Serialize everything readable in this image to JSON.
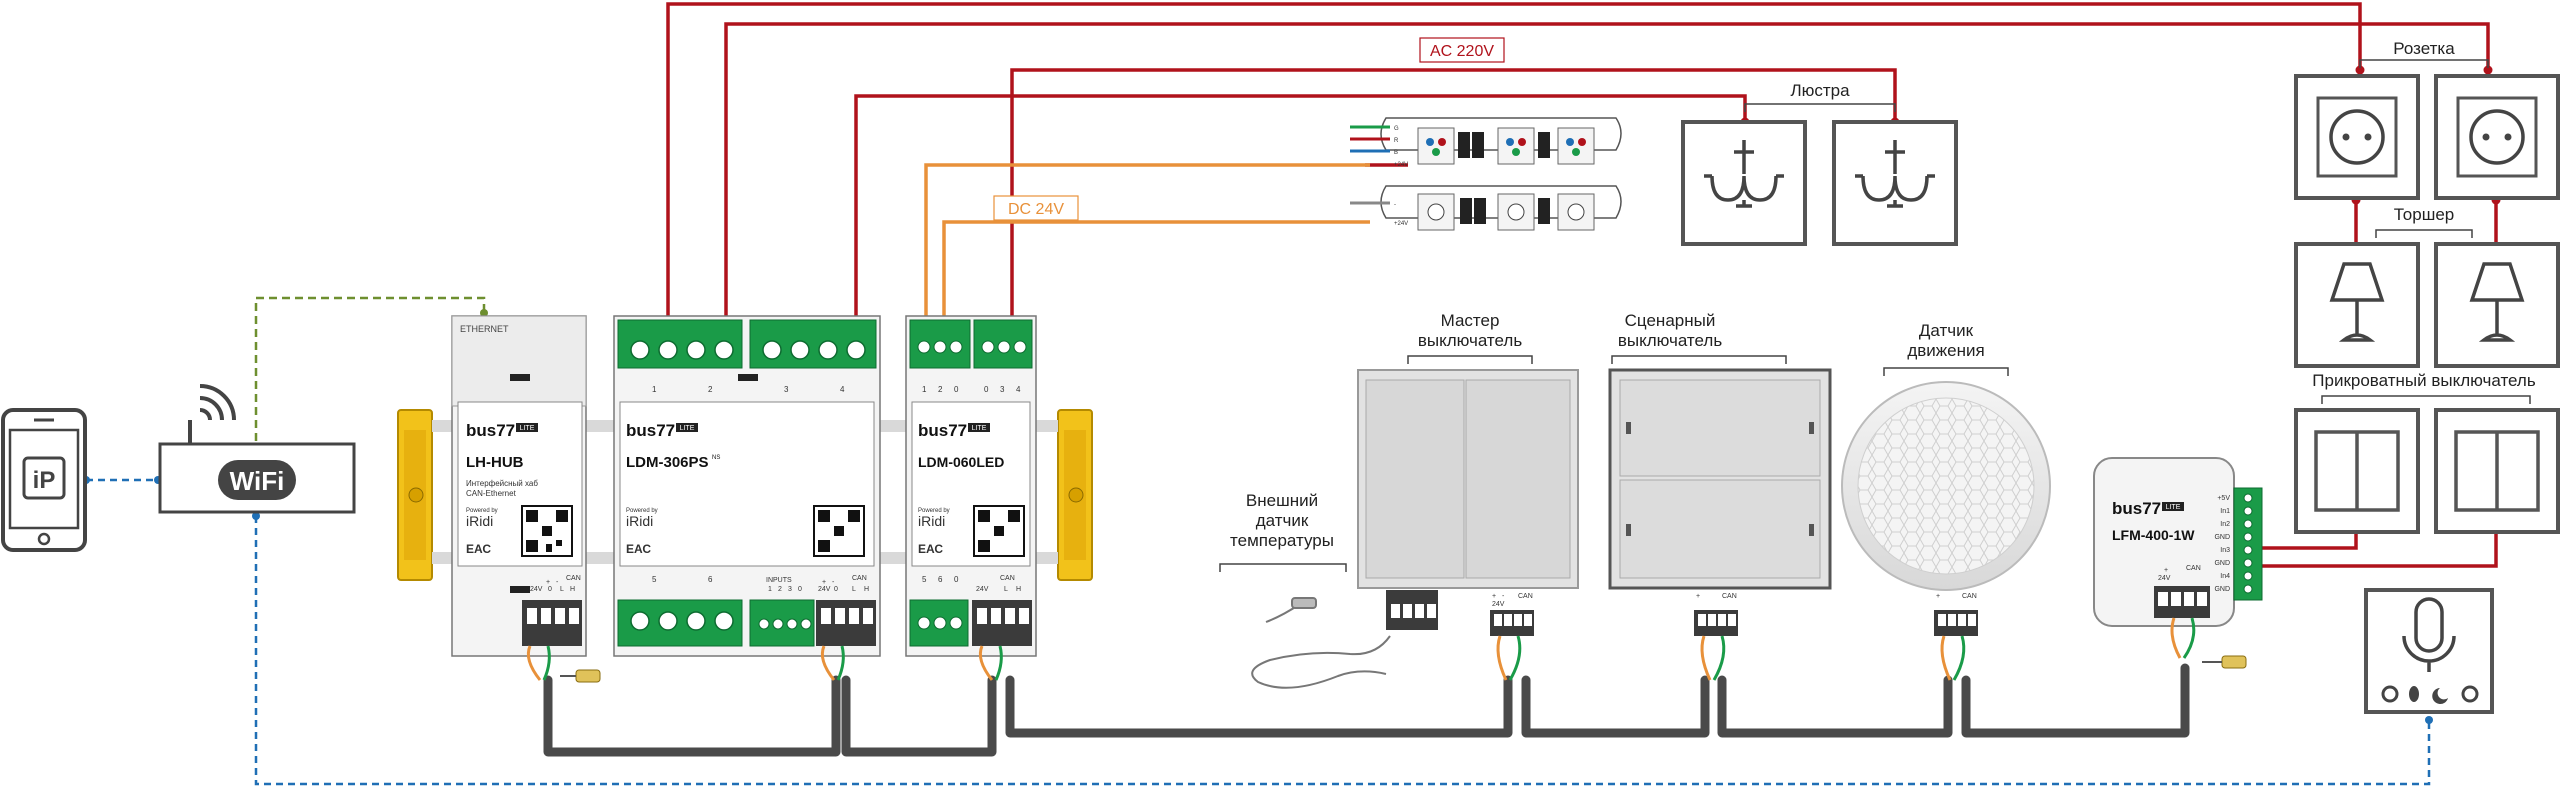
{
  "labels": {
    "ac220": "AC 220V",
    "dc24": "DC 24V",
    "lustra": "Люстра",
    "rozetka": "Розетка",
    "torsher": "Торшер",
    "prikrovatny": "Прикроватный выключатель",
    "master_l1": "Мастер",
    "master_l2": "выключатель",
    "scenario_l1": "Сценарный",
    "scenario_l2": "выключатель",
    "motion_l1": "Датчик",
    "motion_l2": "движения",
    "temp_l1": "Внешний",
    "temp_l2": "датчик",
    "temp_l3": "температуры",
    "wifi": "WiFi",
    "app_icon": "iP"
  },
  "modules": {
    "hub": {
      "brand": "bus77",
      "badge": "LITE",
      "model": "LH-HUB",
      "desc1": "Интерфейсный хаб",
      "desc2": "CAN-Ethernet",
      "powered": "Powered by",
      "iridi": "iRidi",
      "eac": "ЕАС",
      "port": "ETHERNET"
    },
    "ldm306": {
      "brand": "bus77",
      "badge": "LITE",
      "model": "LDM-306PS",
      "sup": "NS",
      "powered": "Powered by",
      "iridi": "iRidi",
      "eac": "ЕАС",
      "top_nums": [
        "1",
        "2",
        "3",
        "4"
      ],
      "bottom_nums": [
        "5",
        "6"
      ],
      "inputs": "INPUTS",
      "inputs_nums": [
        "1",
        "2",
        "3",
        "0"
      ]
    },
    "ldm060": {
      "brand": "bus77",
      "badge": "LITE",
      "model": "LDM-060LED",
      "powered": "Powered by",
      "iridi": "iRidi",
      "eac": "ЕАС",
      "top_nums": [
        "1",
        "2",
        "0",
        "0",
        "3",
        "4"
      ],
      "bottom_nums": [
        "5",
        "6",
        "0"
      ]
    },
    "lfm": {
      "brand": "bus77",
      "badge": "LITE",
      "model": "LFM-400-1W",
      "pins": [
        "+5V",
        "In1",
        "In2",
        "GND",
        "In3",
        "GND",
        "In4",
        "GND"
      ]
    }
  },
  "can_terms": {
    "plus": "+",
    "minus": "-",
    "can": "CAN",
    "v24": "24V",
    "zero": "0",
    "l": "L",
    "h": "H"
  },
  "led_strip": {
    "rgb_pins": [
      "G",
      "R",
      "B",
      "+24V"
    ],
    "mono_pins": [
      "-",
      "+24V"
    ]
  },
  "colors": {
    "ac": "#b0121b",
    "dc": "#e8913a",
    "eth": "#6e8f2f",
    "wifi": "#1f6fb5",
    "can": "#4a4a4a",
    "terminal": "#1a9b48",
    "din": "#f2c21a"
  }
}
